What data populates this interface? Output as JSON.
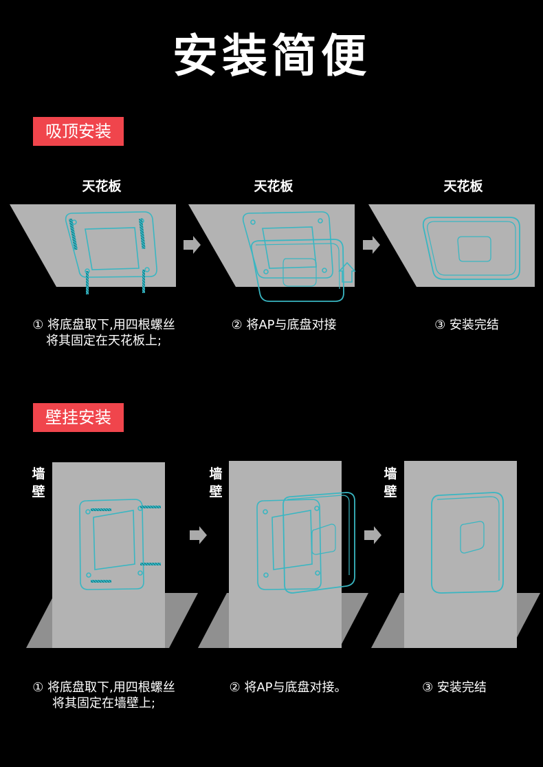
{
  "page_title": "安装简便",
  "colors": {
    "accent": "#f0454c",
    "panel": "#b3b3b3",
    "line": "#39b6c2",
    "arrow": "#aaaaaa"
  },
  "ceiling": {
    "badge": "吸顶安装",
    "labels": [
      "天花板",
      "天花板",
      "天花板"
    ],
    "steps": [
      {
        "line1": "① 将底盘取下,用四根螺丝",
        "line2": "将其固定在天花板上;"
      },
      {
        "line1": "② 将AP与底盘对接",
        "line2": ""
      },
      {
        "line1": "③ 安装完结",
        "line2": ""
      }
    ]
  },
  "wall": {
    "badge": "壁挂安装",
    "labels": [
      "墙壁",
      "墙壁",
      "墙壁"
    ],
    "steps": [
      {
        "line1": "① 将底盘取下,用四根螺丝",
        "line2": "将其固定在墙壁上;"
      },
      {
        "line1": "② 将AP与底盘对接。",
        "line2": ""
      },
      {
        "line1": "③ 安装完结",
        "line2": ""
      }
    ]
  },
  "icons": [
    "arrow-right-icon",
    "arrow-up-icon",
    "screw-icon",
    "mount-plate-icon",
    "access-point-icon"
  ]
}
